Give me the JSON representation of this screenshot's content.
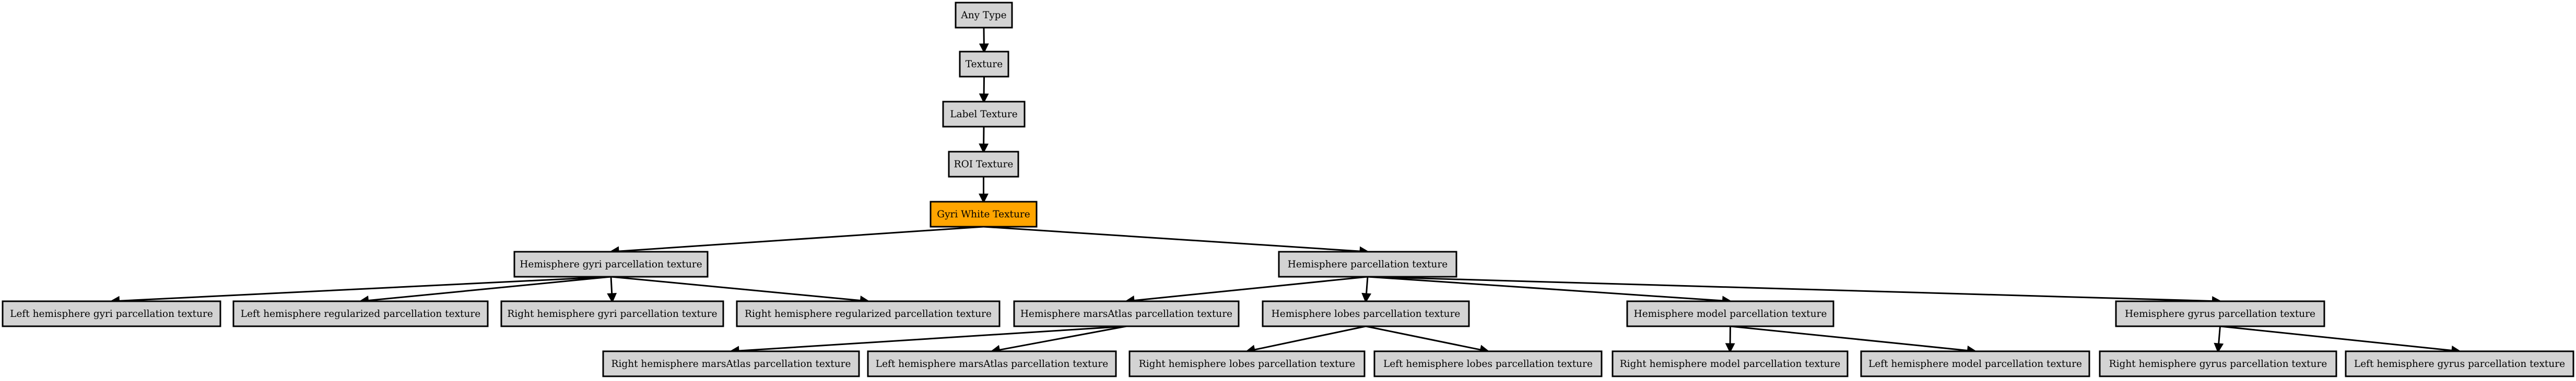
{
  "colors": {
    "default_fill": "#d3d3d3",
    "highlight_fill": "#ffa500",
    "stroke": "#000000"
  },
  "nodes": [
    {
      "id": "any_type",
      "label": "Any Type"
    },
    {
      "id": "texture",
      "label": "Texture"
    },
    {
      "id": "label_texture",
      "label": "Label Texture"
    },
    {
      "id": "roi_texture",
      "label": "ROI Texture"
    },
    {
      "id": "gyri_white_texture",
      "label": "Gyri White Texture",
      "highlight": true
    },
    {
      "id": "hemi_gyri",
      "label": "Hemisphere gyri parcellation texture"
    },
    {
      "id": "hemi_parc",
      "label": "Hemisphere parcellation texture"
    },
    {
      "id": "left_gyri",
      "label": "Left hemisphere gyri parcellation texture"
    },
    {
      "id": "left_reg",
      "label": "Left hemisphere regularized parcellation texture"
    },
    {
      "id": "right_gyri",
      "label": "Right hemisphere gyri parcellation texture"
    },
    {
      "id": "right_reg",
      "label": "Right hemisphere regularized parcellation texture"
    },
    {
      "id": "hemi_mars",
      "label": "Hemisphere marsAtlas parcellation texture"
    },
    {
      "id": "hemi_lobes",
      "label": "Hemisphere lobes parcellation texture"
    },
    {
      "id": "hemi_model",
      "label": "Hemisphere model parcellation texture"
    },
    {
      "id": "hemi_gyrus",
      "label": "Hemisphere gyrus parcellation texture"
    },
    {
      "id": "right_mars",
      "label": "Right hemisphere marsAtlas parcellation texture"
    },
    {
      "id": "left_mars",
      "label": "Left hemisphere marsAtlas parcellation texture"
    },
    {
      "id": "right_lobes",
      "label": "Right hemisphere lobes parcellation texture"
    },
    {
      "id": "left_lobes",
      "label": "Left hemisphere lobes parcellation texture"
    },
    {
      "id": "right_model",
      "label": "Right hemisphere model parcellation texture"
    },
    {
      "id": "left_model",
      "label": "Left hemisphere model parcellation texture"
    },
    {
      "id": "right_gyrus",
      "label": "Right hemisphere gyrus parcellation texture"
    },
    {
      "id": "left_gyrus",
      "label": "Left hemisphere gyrus parcellation texture"
    }
  ],
  "edges": [
    {
      "from": "any_type",
      "to": "texture"
    },
    {
      "from": "texture",
      "to": "label_texture"
    },
    {
      "from": "label_texture",
      "to": "roi_texture"
    },
    {
      "from": "roi_texture",
      "to": "gyri_white_texture"
    },
    {
      "from": "gyri_white_texture",
      "to": "hemi_gyri"
    },
    {
      "from": "gyri_white_texture",
      "to": "hemi_parc"
    },
    {
      "from": "hemi_gyri",
      "to": "left_gyri"
    },
    {
      "from": "hemi_gyri",
      "to": "left_reg"
    },
    {
      "from": "hemi_gyri",
      "to": "right_gyri"
    },
    {
      "from": "hemi_gyri",
      "to": "right_reg"
    },
    {
      "from": "hemi_parc",
      "to": "hemi_mars"
    },
    {
      "from": "hemi_parc",
      "to": "hemi_lobes"
    },
    {
      "from": "hemi_parc",
      "to": "hemi_model"
    },
    {
      "from": "hemi_parc",
      "to": "hemi_gyrus"
    },
    {
      "from": "hemi_mars",
      "to": "right_mars"
    },
    {
      "from": "hemi_mars",
      "to": "left_mars"
    },
    {
      "from": "hemi_lobes",
      "to": "right_lobes"
    },
    {
      "from": "hemi_lobes",
      "to": "left_lobes"
    },
    {
      "from": "hemi_model",
      "to": "right_model"
    },
    {
      "from": "hemi_model",
      "to": "left_model"
    },
    {
      "from": "hemi_gyrus",
      "to": "right_gyrus"
    },
    {
      "from": "hemi_gyrus",
      "to": "left_gyrus"
    }
  ]
}
